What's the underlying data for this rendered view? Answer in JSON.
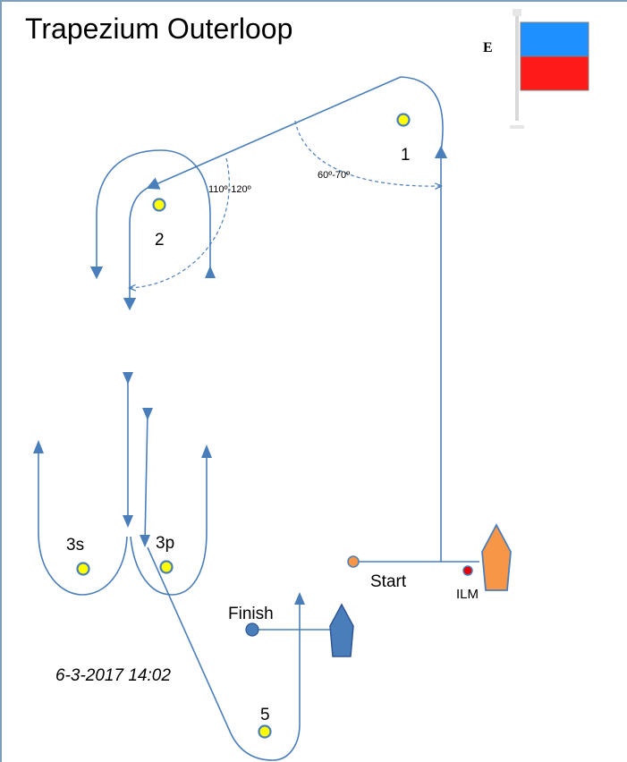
{
  "title": "Trapezium Outerloop",
  "flag": {
    "letter": "E",
    "top_color": "#1e90ff",
    "bottom_color": "#ff1a1a"
  },
  "marks": {
    "m1": "1",
    "m2": "2",
    "m3s": "3s",
    "m3p": "3p",
    "m5": "5"
  },
  "angles": {
    "a1": "110º-120º",
    "a2": "60º-70º"
  },
  "labels": {
    "start": "Start",
    "finish": "Finish",
    "ilm": "ILM"
  },
  "timestamp": "6-3-2017 14:02",
  "colors": {
    "course_line": "#4a7ebb",
    "mark_fill": "#ffff00",
    "start_mark": "#f79646",
    "committee_boat": "#f79646",
    "finish_boat": "#4a7ebb",
    "ilm_dot": "#e60000"
  }
}
